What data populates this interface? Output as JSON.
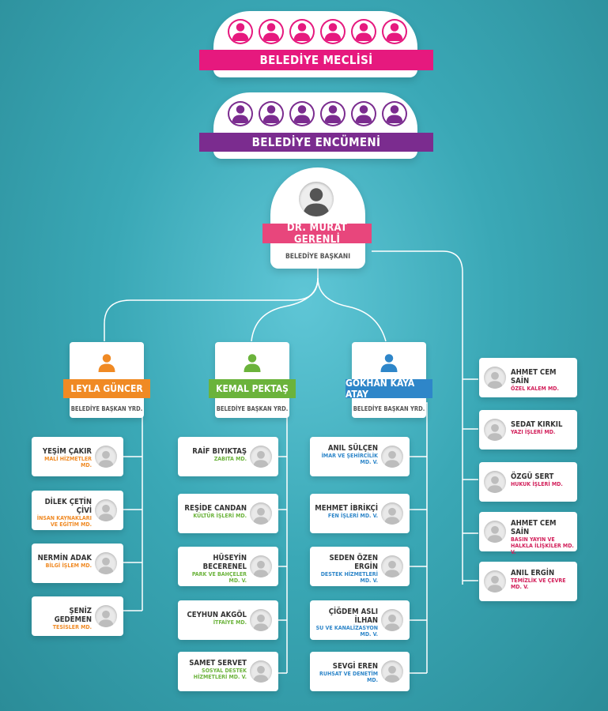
{
  "council": {
    "title": "BELEDİYE MECLİSİ",
    "color": "#e6197e"
  },
  "committee": {
    "title": "BELEDİYE ENCÜMENİ",
    "color": "#7b2c8f"
  },
  "mayor": {
    "name": "DR. MURAT GERENLİ",
    "title": "BELEDİYE BAŞKANI",
    "color": "#e8467c"
  },
  "deputies": [
    {
      "name": "LEYLA GÜNCER",
      "title": "BELEDİYE BAŞKAN YRD.",
      "color": "#f08a24",
      "staff": [
        {
          "name": "YEŞİM ÇAKIR",
          "role": "MALİ HİZMETLER MD."
        },
        {
          "name": "DİLEK ÇETİN ÇİVİ",
          "role": "İNSAN KAYNAKLARI VE EĞİTİM MD."
        },
        {
          "name": "NERMİN ADAK",
          "role": "BİLGİ İŞLEM MD."
        },
        {
          "name": "ŞENİZ GEDEMEN",
          "role": "TESİSLER MD."
        }
      ]
    },
    {
      "name": "KEMAL PEKTAŞ",
      "title": "BELEDİYE BAŞKAN YRD.",
      "color": "#6bb33b",
      "staff": [
        {
          "name": "RAİF BIYIKTAŞ",
          "role": "ZABITA MD."
        },
        {
          "name": "REŞİDE CANDAN",
          "role": "KÜLTÜR İŞLERİ MD."
        },
        {
          "name": "HÜSEYİN BECERENEL",
          "role": "PARK VE BAHÇELER MD. V."
        },
        {
          "name": "CEYHUN AKGÖL",
          "role": "İTFAİYE MD."
        },
        {
          "name": "SAMET SERVET",
          "role": "SOSYAL DESTEK HİZMETLERİ MD. V."
        }
      ]
    },
    {
      "name": "GÖKHAN KAYA ATAY",
      "title": "BELEDİYE BAŞKAN YRD.",
      "color": "#2e86c9",
      "staff": [
        {
          "name": "ANIL SÜLÇEN",
          "role": "İMAR VE ŞEHİRCİLİK MD. V."
        },
        {
          "name": "MEHMET İBRİKÇİ",
          "role": "FEN İŞLERİ MD. V."
        },
        {
          "name": "SEDEN ÖZEN ERGİN",
          "role": "DESTEK HİZMETLERİ MD. V."
        },
        {
          "name": "ÇİĞDEM ASLI İLHAN",
          "role": "SU VE KANALİZASYON MD. V."
        },
        {
          "name": "SEVGİ EREN",
          "role": "RUHSAT VE DENETİM MD."
        }
      ]
    }
  ],
  "direct": {
    "color": "#d21f5a",
    "staff": [
      {
        "name": "AHMET CEM SAİN",
        "role": "ÖZEL KALEM MD."
      },
      {
        "name": "SEDAT KIRKIL",
        "role": "YAZI İŞLERİ MD."
      },
      {
        "name": "ÖZGÜ SERT",
        "role": "HUKUK İŞLERİ MD."
      },
      {
        "name": "AHMET CEM SAİN",
        "role": "BASIN YAYIN VE HALKLA İLİŞKİLER MD. V."
      },
      {
        "name": "ANIL ERGİN",
        "role": "TEMİZLİK VE ÇEVRE MD. V."
      }
    ]
  }
}
